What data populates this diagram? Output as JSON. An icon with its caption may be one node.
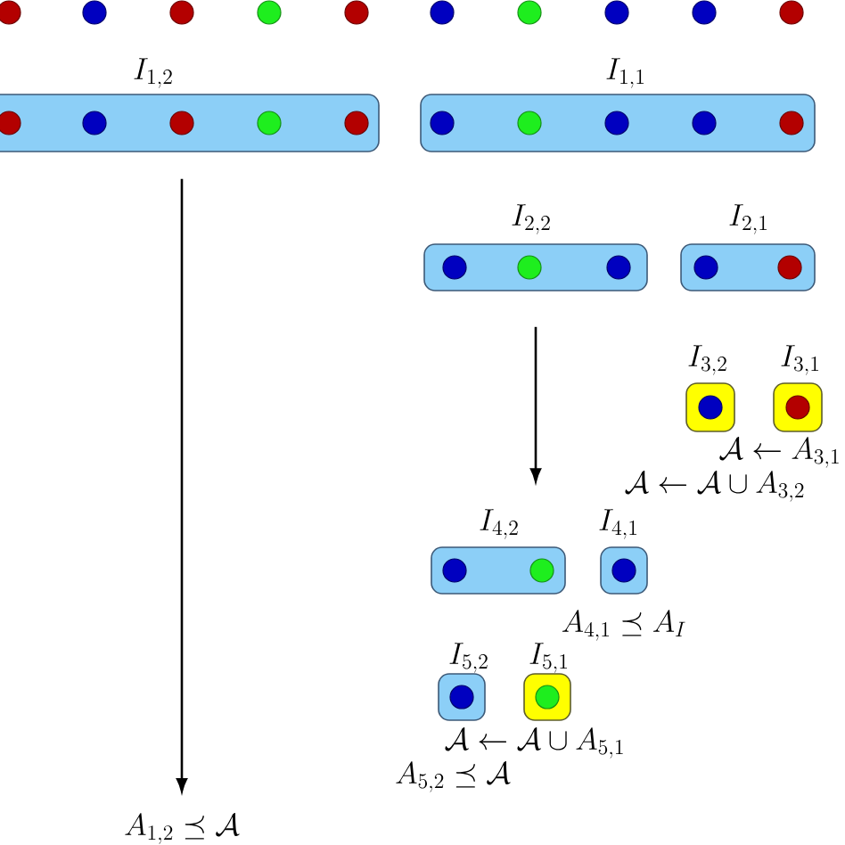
{
  "diagram": {
    "nodes": [
      {
        "text": [
          "I_{1,2}"
        ]
      },
      {
        "text": [
          "I_{1,1}"
        ]
      },
      {
        "text": [
          "I_{2,2}"
        ]
      },
      {
        "text": [
          "I_{2,1}"
        ]
      },
      {
        "text": [
          "I_{3,2}"
        ]
      },
      {
        "text": [
          "I_{3,1}"
        ]
      },
      {
        "text": [
          "I_{4,2}"
        ]
      },
      {
        "text": [
          "I_{4,1}"
        ]
      },
      {
        "text": [
          "I_{5,2}"
        ]
      },
      {
        "text": [
          "I_{5,1}"
        ]
      },
      {
        "text": [
          "A_{1,2} \\preceq \\mathcal{A}"
        ]
      }
    ],
    "edges": [
      {
        "from": 0,
        "to": 10,
        "arrow": "to"
      },
      {
        "from": 2,
        "to": 6,
        "arrow": "to"
      }
    ],
    "labels": [
      "\\mathcal{A} \\leftarrow A_{3,1}",
      "\\mathcal{A} \\leftarrow \\mathcal{A} \\cup A_{3,2}",
      "A_{4,1} \\preceq A_I",
      "\\mathcal{A} \\leftarrow \\mathcal{A} \\cup A_{5,1}",
      "A_{5,2} \\preceq \\mathcal{A}"
    ]
  }
}
